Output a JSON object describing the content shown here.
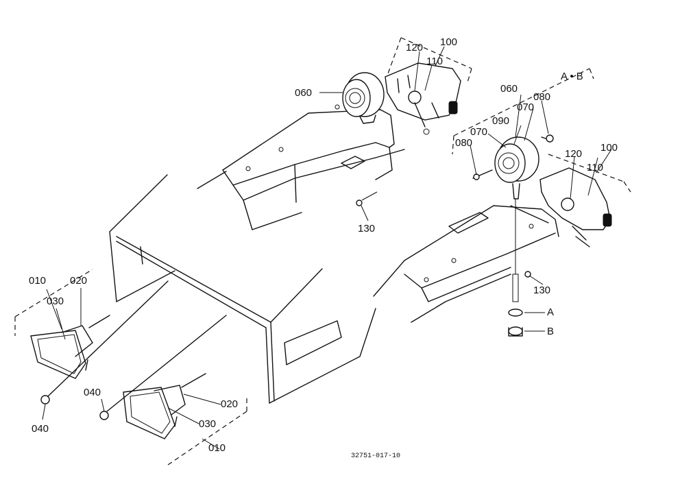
{
  "labels": {
    "p100_top": "100",
    "p120_top": "120",
    "p110_top": "110",
    "p060_left": "060",
    "p060_right": "060",
    "ab_ref": "A • B",
    "p080_right": "080",
    "p070_upper": "070",
    "p090": "090",
    "p070_lower": "070",
    "p080_left": "080",
    "p120_right": "120",
    "p100_right": "100",
    "p110_right": "110",
    "p130_center": "130",
    "p130_right": "130",
    "ref_a": "A",
    "ref_b": "B",
    "p010_left": "010",
    "p020_left": "020",
    "p030_left": "030",
    "p040_left": "040",
    "p040_center": "040",
    "p020_lower": "020",
    "p030_lower": "030",
    "p010_lower": "010"
  },
  "drawing_code": "32751-017-10"
}
